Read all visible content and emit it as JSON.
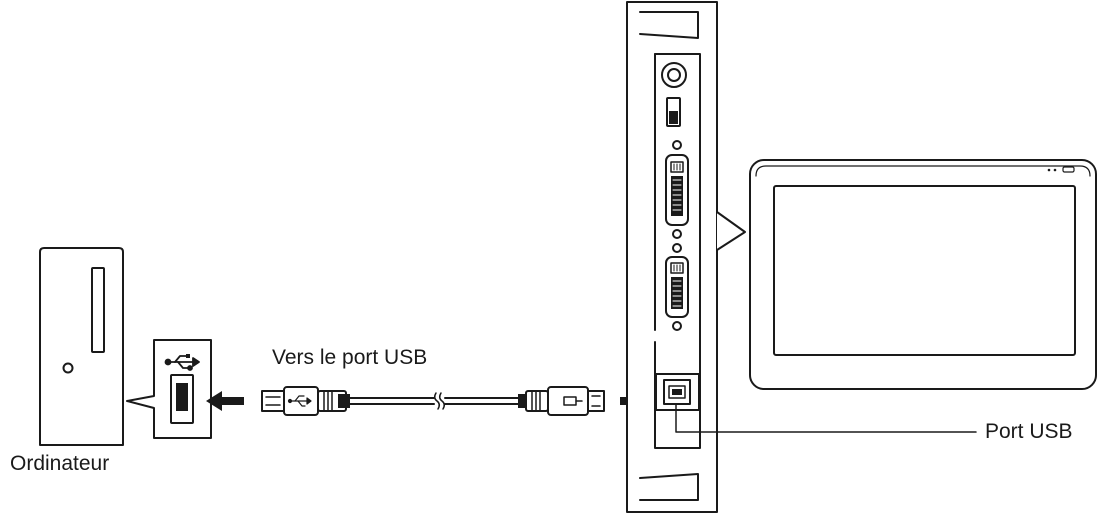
{
  "labels": {
    "computer": "Ordinateur",
    "cable": "Vers le port USB",
    "usb_port": "Port USB"
  },
  "icons": {
    "usb_symbol": "usb-trident-icon",
    "arrow_left": "arrow-left-icon",
    "arrow_right": "arrow-right-icon"
  },
  "colors": {
    "line": "#1a1a1a",
    "fill": "#ffffff"
  }
}
